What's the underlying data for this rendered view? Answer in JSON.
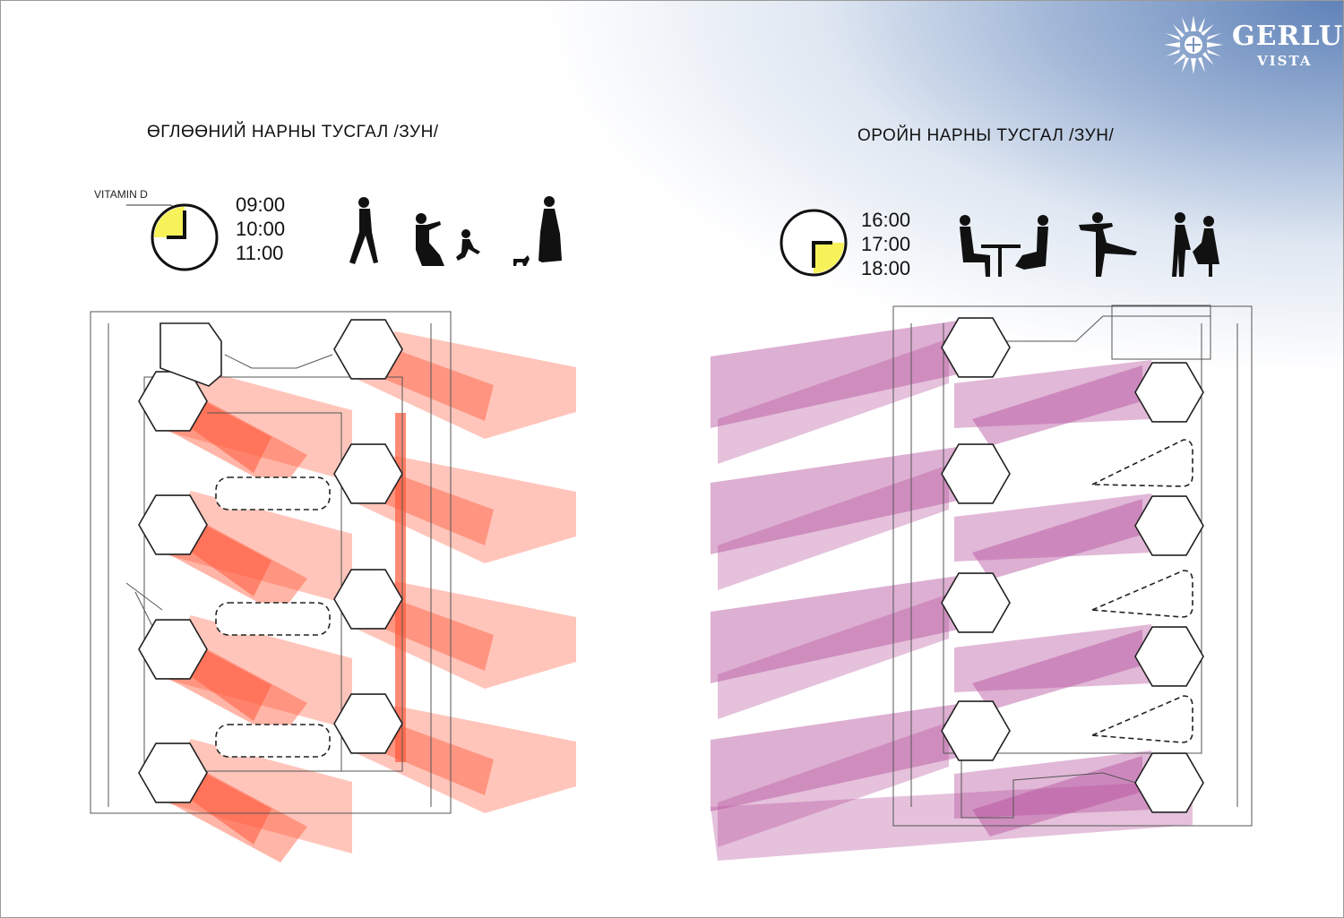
{
  "brand": {
    "name": "GERLUG",
    "sub": "VISTA",
    "color": "#ffffff"
  },
  "morning": {
    "title": "ӨГЛӨӨНИЙ НАРНЫ ТУСГАЛ /ЗУН/",
    "vitamin_label": "VITAMIN D",
    "times": [
      "09:00",
      "10:00",
      "11:00"
    ],
    "sun_color": "#ff5a3c",
    "clock_fill": "#f7f25a"
  },
  "evening": {
    "title": "ОРОЙН НАРНЫ ТУСГАЛ /ЗУН/",
    "times": [
      "16:00",
      "17:00",
      "18:00"
    ],
    "sun_color": "#b44d9c",
    "clock_fill": "#f7f25a"
  }
}
